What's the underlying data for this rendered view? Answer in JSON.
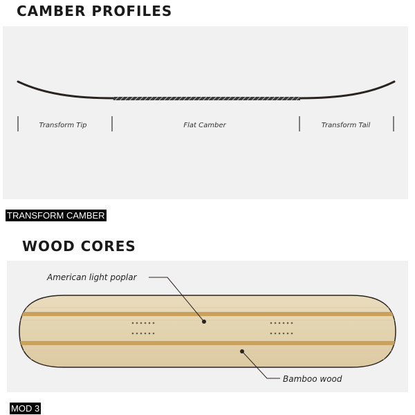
{
  "camber": {
    "title": "CAMBER PROFILES",
    "labels": {
      "tip": "Transform Tip",
      "middle": "Flat Camber",
      "tail": "Transform Tail"
    },
    "caption": "TRANSFORM CAMBER"
  },
  "wood": {
    "title": "WOOD CORES",
    "labels": {
      "top": "American light poplar",
      "bottom": "Bamboo wood"
    },
    "caption": "MOD 3"
  },
  "colors": {
    "board_wood": "#e4d5b4",
    "stringer": "#c9a15c",
    "profile_line": "#2a2320"
  }
}
